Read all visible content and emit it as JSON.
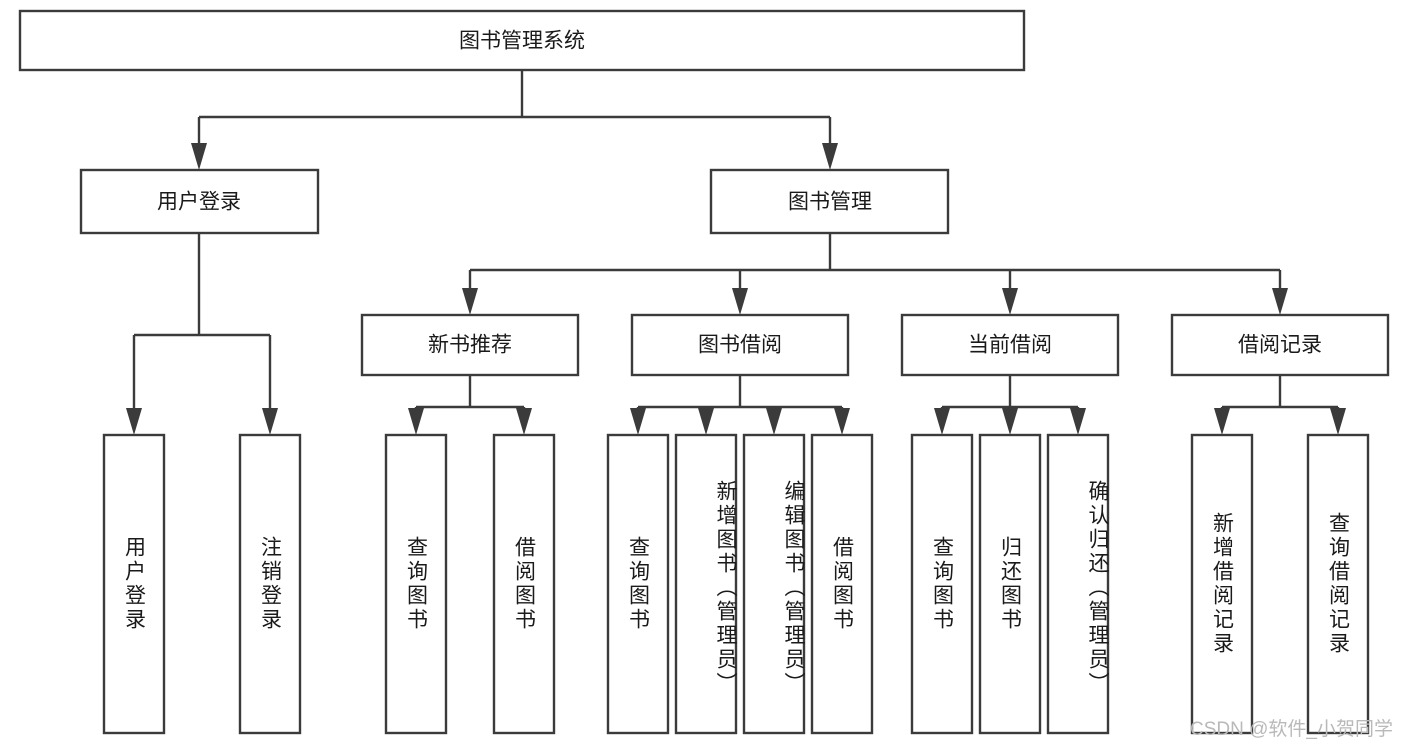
{
  "diagram": {
    "title": "图书管理系统",
    "type": "tree-hierarchy",
    "colors": {
      "box_stroke": "#3b3b3b",
      "box_fill": "#ffffff",
      "text": "#1a1a1a",
      "background": "#ffffff",
      "watermark": "#b9b9b9"
    },
    "root": {
      "label": "图书管理系统"
    },
    "level1": [
      {
        "label": "用户登录"
      },
      {
        "label": "图书管理"
      }
    ],
    "level2": [
      {
        "label": "新书推荐"
      },
      {
        "label": "图书借阅"
      },
      {
        "label": "当前借阅"
      },
      {
        "label": "借阅记录"
      }
    ],
    "leaves": {
      "user_login": [
        {
          "label": "用户登录"
        },
        {
          "label": "注销登录"
        }
      ],
      "new_book_recommend": [
        {
          "label": "查询图书"
        },
        {
          "label": "借阅图书"
        }
      ],
      "book_borrow": [
        {
          "label": "查询图书"
        },
        {
          "label": "新增图书（管理员）"
        },
        {
          "label": "编辑图书（管理员）"
        },
        {
          "label": "借阅图书"
        }
      ],
      "current_borrow": [
        {
          "label": "查询图书"
        },
        {
          "label": "归还图书"
        },
        {
          "label": "确认归还（管理员）"
        }
      ],
      "borrow_record": [
        {
          "label": "新增借阅记录"
        },
        {
          "label": "查询借阅记录"
        }
      ]
    }
  },
  "watermark": {
    "text": "CSDN @软件_小贺同学"
  }
}
